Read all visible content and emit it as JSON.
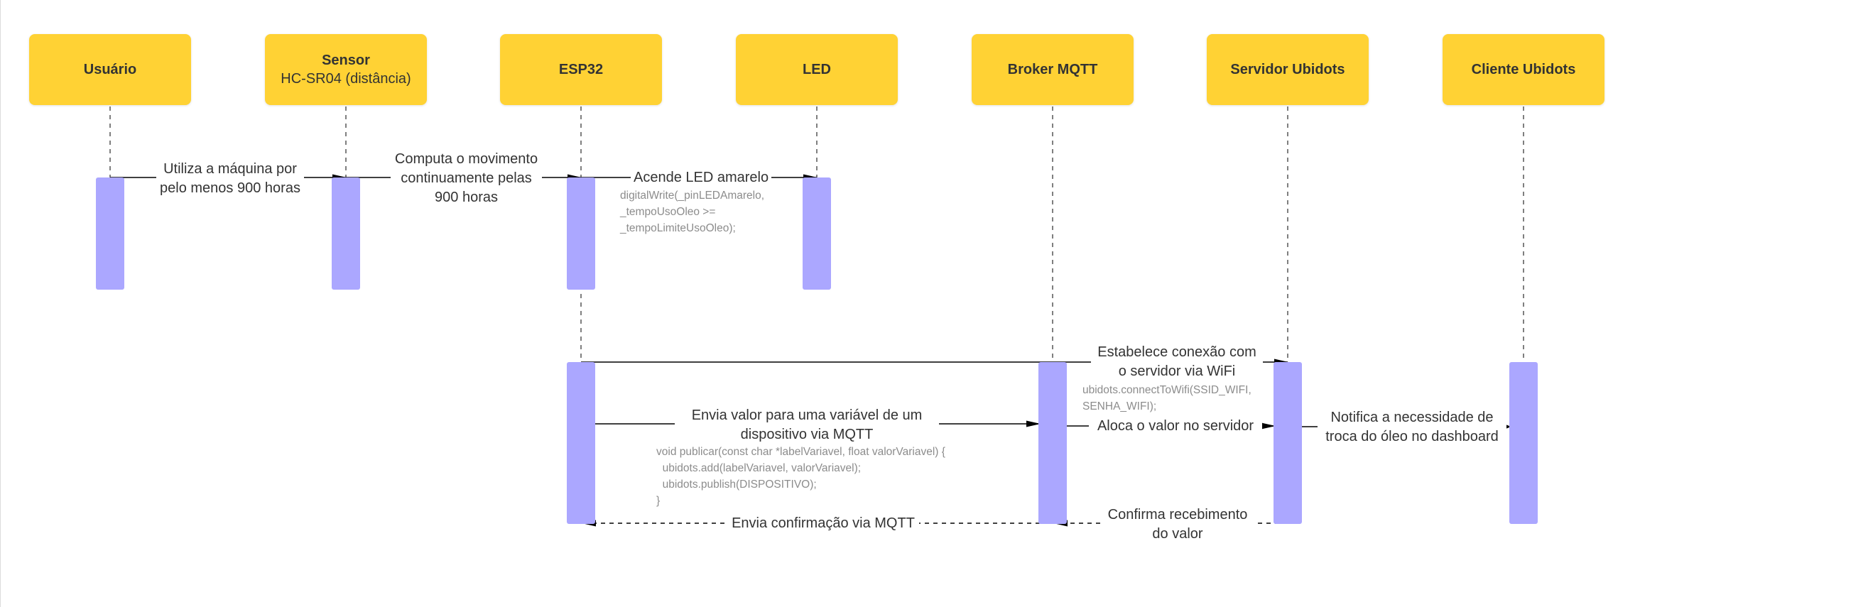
{
  "participants": {
    "usuario": {
      "name": "Usuário",
      "subtitle": ""
    },
    "sensor": {
      "name": "Sensor",
      "subtitle": "HC-SR04 (distância)"
    },
    "esp32": {
      "name": "ESP32",
      "subtitle": ""
    },
    "led": {
      "name": "LED",
      "subtitle": ""
    },
    "broker": {
      "name": "Broker MQTT",
      "subtitle": ""
    },
    "servidor": {
      "name": "Servidor Ubidots",
      "subtitle": ""
    },
    "cliente": {
      "name": "Cliente Ubidots",
      "subtitle": ""
    }
  },
  "messages": {
    "m1": "Utiliza a máquina por\npelo menos 900 horas",
    "m2": "Computa o movimento\ncontinuamente pelas\n900 horas",
    "m3": "Acende LED amarelo",
    "m4": "Estabelece conexão com\no servidor via WiFi",
    "m5": "Envia valor para uma variável de um\ndispositivo via MQTT",
    "m6": "Aloca o valor no servidor",
    "m7": "Notifica a necessidade de\ntroca do óleo no dashboard",
    "m8": "Envia confirmação via MQTT",
    "m9": "Confirma recebimento\ndo valor"
  },
  "code": {
    "c1": "digitalWrite(_pinLEDAmarelo,\n_tempoUsoOleo >=\n_tempoLimiteUsoOleo);",
    "c2": "ubidots.connectToWifi(SSID_WIFI,\nSENHA_WIFI);",
    "c3": "void publicar(const char *labelVariavel, float valorVariavel) {\n  ubidots.add(labelVariavel, valorVariavel);\n  ubidots.publish(DISPOSITIVO);\n}"
  },
  "colors": {
    "participant": "#ffd234",
    "activation": "#aba7ff",
    "line": "#000000",
    "text": "#333333",
    "code": "#8c8c8c"
  }
}
